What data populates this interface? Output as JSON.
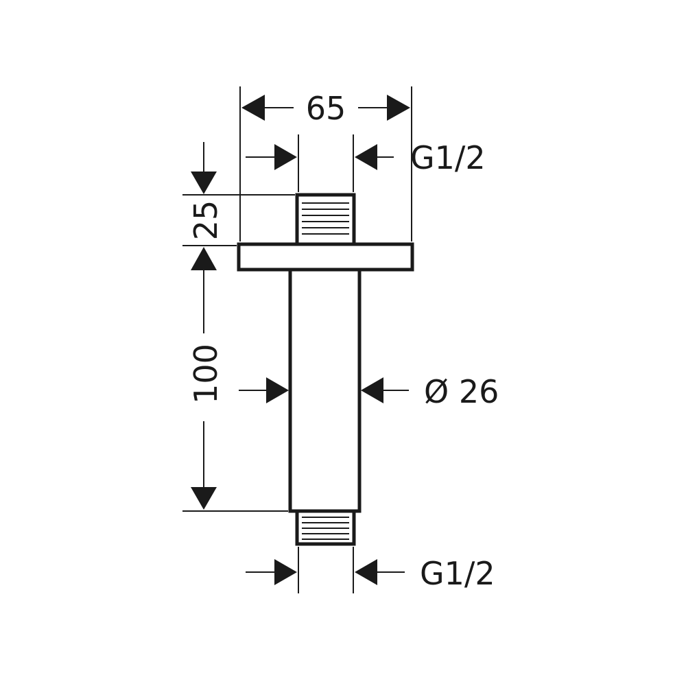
{
  "dimensions": {
    "flange_width": "65",
    "top_thread": "G1/2",
    "top_height": "25",
    "arm_length": "100",
    "pipe_diameter": "Ø 26",
    "bottom_thread": "G1/2"
  }
}
